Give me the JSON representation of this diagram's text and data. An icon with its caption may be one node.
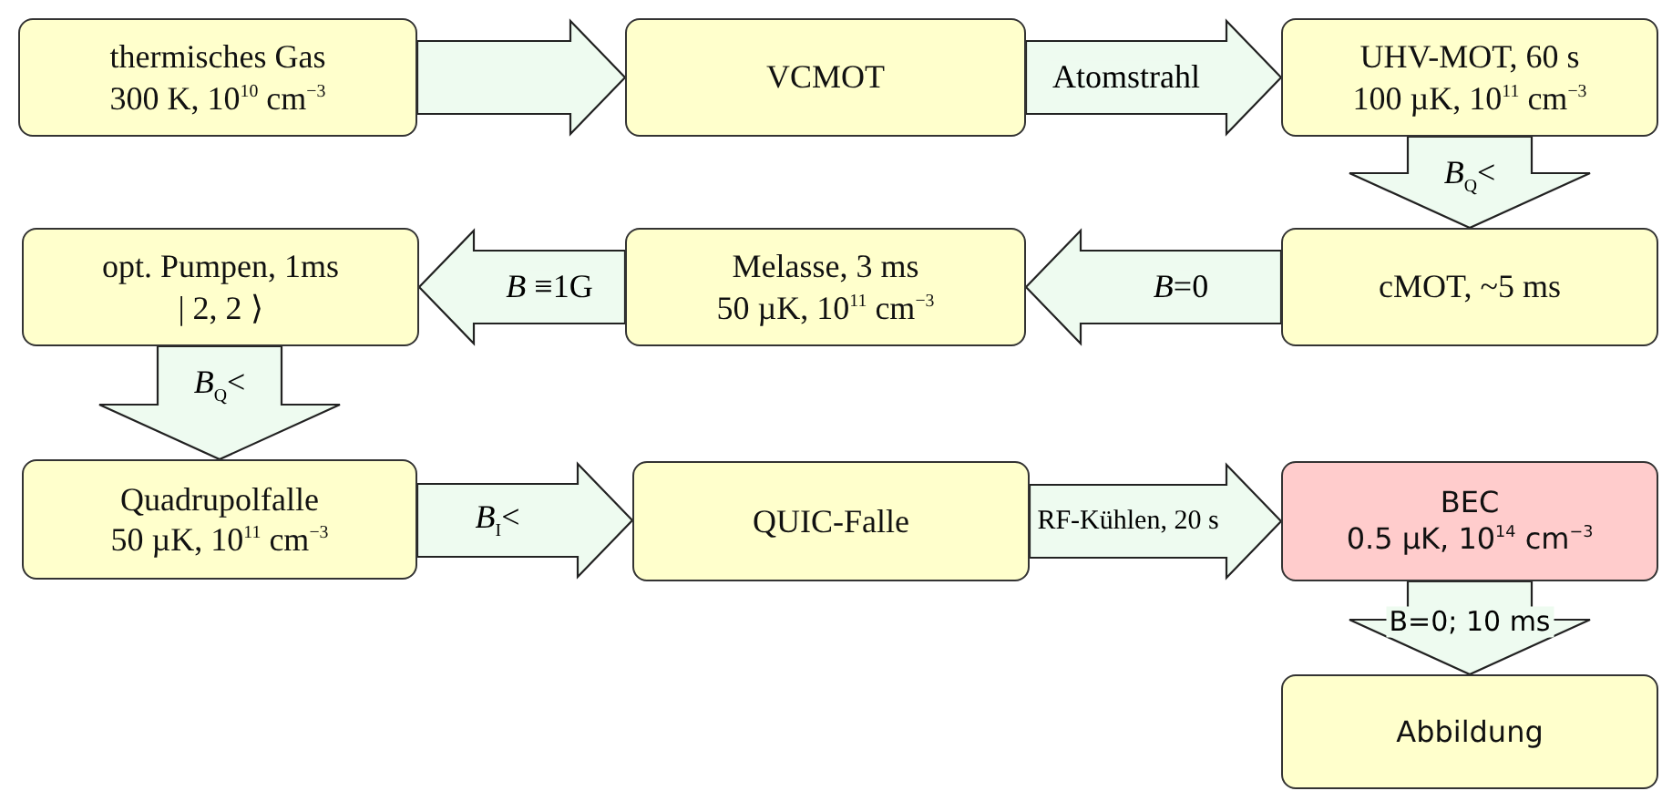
{
  "diagram": {
    "nodes": [
      {
        "text": [
          "thermisches Gas",
          "300 K, 10$^{10}$ cm$^{−3}$"
        ]
      },
      {
        "text": [
          "VCMOT"
        ]
      },
      {
        "text": [
          "UHV-MOT, 60 s",
          "100 µK, 10$^{11}$ cm$^{−3}$"
        ]
      },
      {
        "text": [
          "cMOT, ~5 ms"
        ]
      },
      {
        "text": [
          "Melasse, 3 ms",
          "50 µK, 10$^{11}$ cm$^{−3}$"
        ]
      },
      {
        "text": [
          "opt. Pumpen, 1ms",
          "| 2, 2 ⟩"
        ]
      },
      {
        "text": [
          "Quadrupolfalle",
          "50 µK, 10$^{11}$ cm$^{−3}$"
        ]
      },
      {
        "text": [
          "QUIC-Falle"
        ]
      },
      {
        "text": [
          "BEC",
          "0.5 µK, 10$^{14}$ cm$^{−3}$"
        ]
      },
      {
        "text": [
          "Abbildung"
        ]
      }
    ],
    "edges": [
      {
        "from": 0,
        "to": 1,
        "arrow": "to"
      },
      {
        "from": 1,
        "to": 2,
        "arrow": "to",
        "label": "Atomstrahl"
      },
      {
        "from": 2,
        "to": 3,
        "arrow": "to",
        "label": "*B*$_{Q}$<"
      },
      {
        "from": 3,
        "to": 4,
        "arrow": "to",
        "label": "*B*=0"
      },
      {
        "from": 4,
        "to": 5,
        "arrow": "to",
        "label": "*B* ≡1G"
      },
      {
        "from": 5,
        "to": 6,
        "arrow": "to",
        "label": "*B*$_{Q}$<"
      },
      {
        "from": 6,
        "to": 7,
        "arrow": "to",
        "label": "*B*$_{I}$<"
      },
      {
        "from": 7,
        "to": 8,
        "arrow": "to",
        "label": "RF-Kühlen, 20 s"
      },
      {
        "from": 8,
        "to": 9,
        "arrow": "to",
        "label": "B=0; 10 ms"
      }
    ]
  }
}
